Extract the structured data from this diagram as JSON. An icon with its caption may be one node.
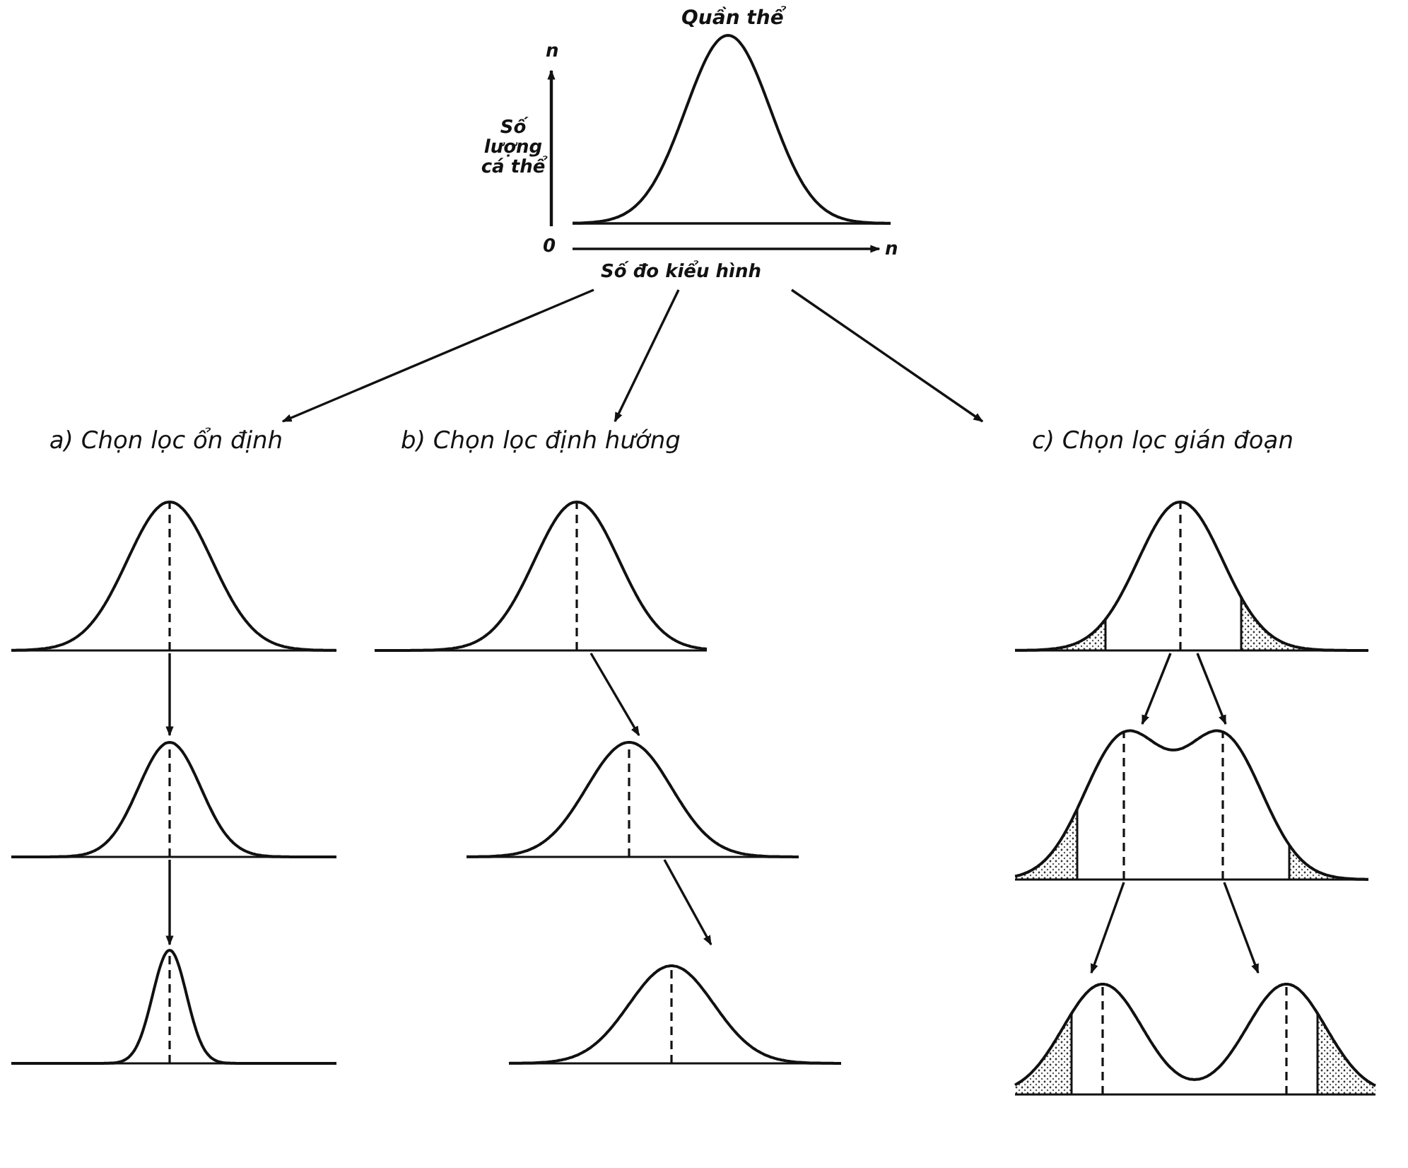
{
  "diagram": {
    "nodes": [
      {
        "text": [
          "Quần thể"
        ]
      },
      {
        "text": [
          "a) Chọn lọc ổn định"
        ]
      },
      {
        "text": [],
        "shape": "picture"
      },
      {
        "text": [],
        "shape": "picture"
      },
      {
        "text": [],
        "shape": "picture"
      },
      {
        "text": [
          "b) Chọn lọc định hướng"
        ]
      },
      {
        "text": [],
        "shape": "picture"
      },
      {
        "text": [],
        "shape": "picture"
      },
      {
        "text": [],
        "shape": "picture"
      },
      {
        "text": [
          "c) Chọn lọc gián đoạn"
        ]
      },
      {
        "text": [],
        "shape": "picture"
      },
      {
        "text": [],
        "shape": "picture"
      },
      {
        "text": [],
        "shape": "picture"
      }
    ],
    "edges": [
      {
        "from": 0,
        "to": 1,
        "arrow": "to"
      },
      {
        "from": 0,
        "to": 5,
        "arrow": "to"
      },
      {
        "from": 0,
        "to": 9,
        "arrow": "to"
      },
      {
        "from": 2,
        "to": 3,
        "arrow": "to"
      },
      {
        "from": 3,
        "to": 4,
        "arrow": "to"
      },
      {
        "from": 6,
        "to": 7,
        "arrow": "to"
      },
      {
        "from": 7,
        "to": 8,
        "arrow": "to"
      },
      {
        "from": 10,
        "to": 11,
        "arrow": "to"
      },
      {
        "from": 10,
        "to": 11,
        "arrow": "to"
      },
      {
        "from": 11,
        "to": 12,
        "arrow": "to"
      },
      {
        "from": 11,
        "to": 12,
        "arrow": "to"
      }
    ],
    "labels": [
      "n",
      "Số lượng cá thể",
      "0",
      "n",
      "Số đo kiểu hình"
    ]
  }
}
